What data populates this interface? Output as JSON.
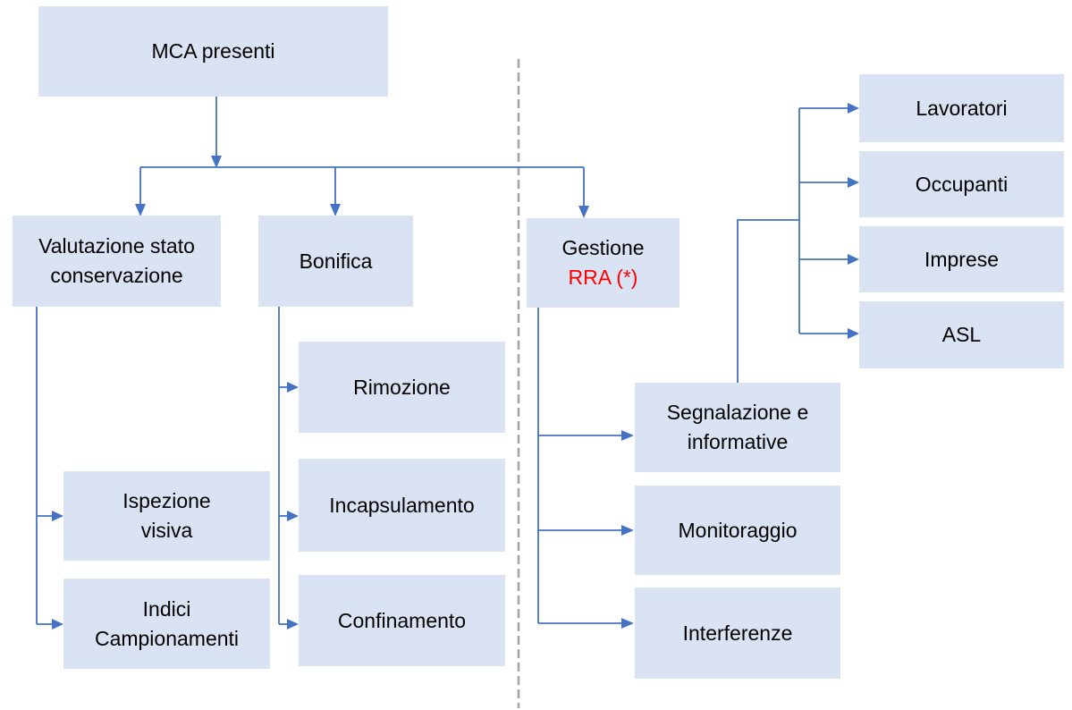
{
  "colors": {
    "node_fill": "#dae3f3",
    "connector_blue": "#4472c4",
    "dashed_gray": "#a6a6a6",
    "text_color": "#000000",
    "accent_red": "#ff0000"
  },
  "nodes": {
    "mca": {
      "label": "MCA presenti"
    },
    "valutazione": {
      "line1": "Valutazione stato",
      "line2": "conservazione"
    },
    "bonifica": {
      "label": "Bonifica"
    },
    "gestione": {
      "line1": "Gestione",
      "line2": "RRA (*)"
    },
    "ispezione": {
      "line1": "Ispezione",
      "line2": "visiva"
    },
    "indici": {
      "line1": "Indici",
      "line2": "Campionamenti"
    },
    "rimozione": {
      "label": "Rimozione"
    },
    "incapsulamento": {
      "label": "Incapsulamento"
    },
    "confinamento": {
      "label": "Confinamento"
    },
    "segnalazione": {
      "line1": "Segnalazione e",
      "line2": "informative"
    },
    "monitoraggio": {
      "label": "Monitoraggio"
    },
    "interferenze": {
      "label": "Interferenze"
    },
    "lavoratori": {
      "label": "Lavoratori"
    },
    "occupanti": {
      "label": "Occupanti"
    },
    "imprese": {
      "label": "Imprese"
    },
    "asl": {
      "label": "ASL"
    }
  }
}
